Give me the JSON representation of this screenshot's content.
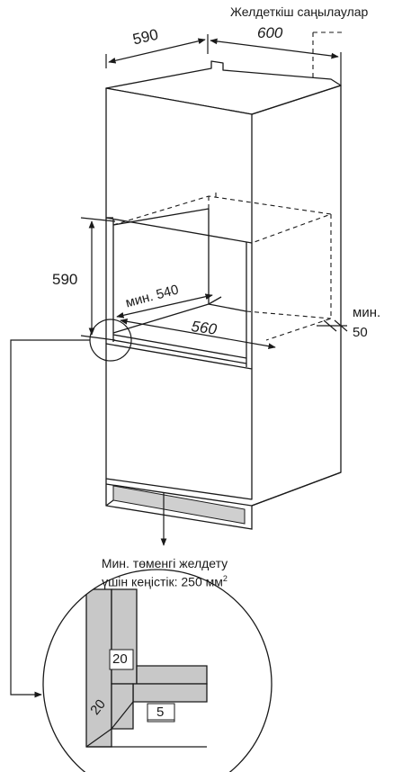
{
  "labels": {
    "vent_slots": "Желдеткіш саңылаулар",
    "depth_600": "600",
    "width_590": "590",
    "height_590": "590",
    "min_540": "мин. 540",
    "inner_560": "560",
    "min_label": "мин.",
    "min_50": "50",
    "bottom_vent_line1": "Мин. төменгі желдету",
    "bottom_vent_line2": "үшін кеңістік: 250 мм",
    "bottom_vent_sup": "2",
    "detail_20_top": "20",
    "detail_20_diag": "20",
    "detail_5": "5"
  },
  "colors": {
    "line": "#1a1a1a",
    "panel_gray": "#c8c8c8",
    "vent_gray": "#cfcfcf"
  }
}
